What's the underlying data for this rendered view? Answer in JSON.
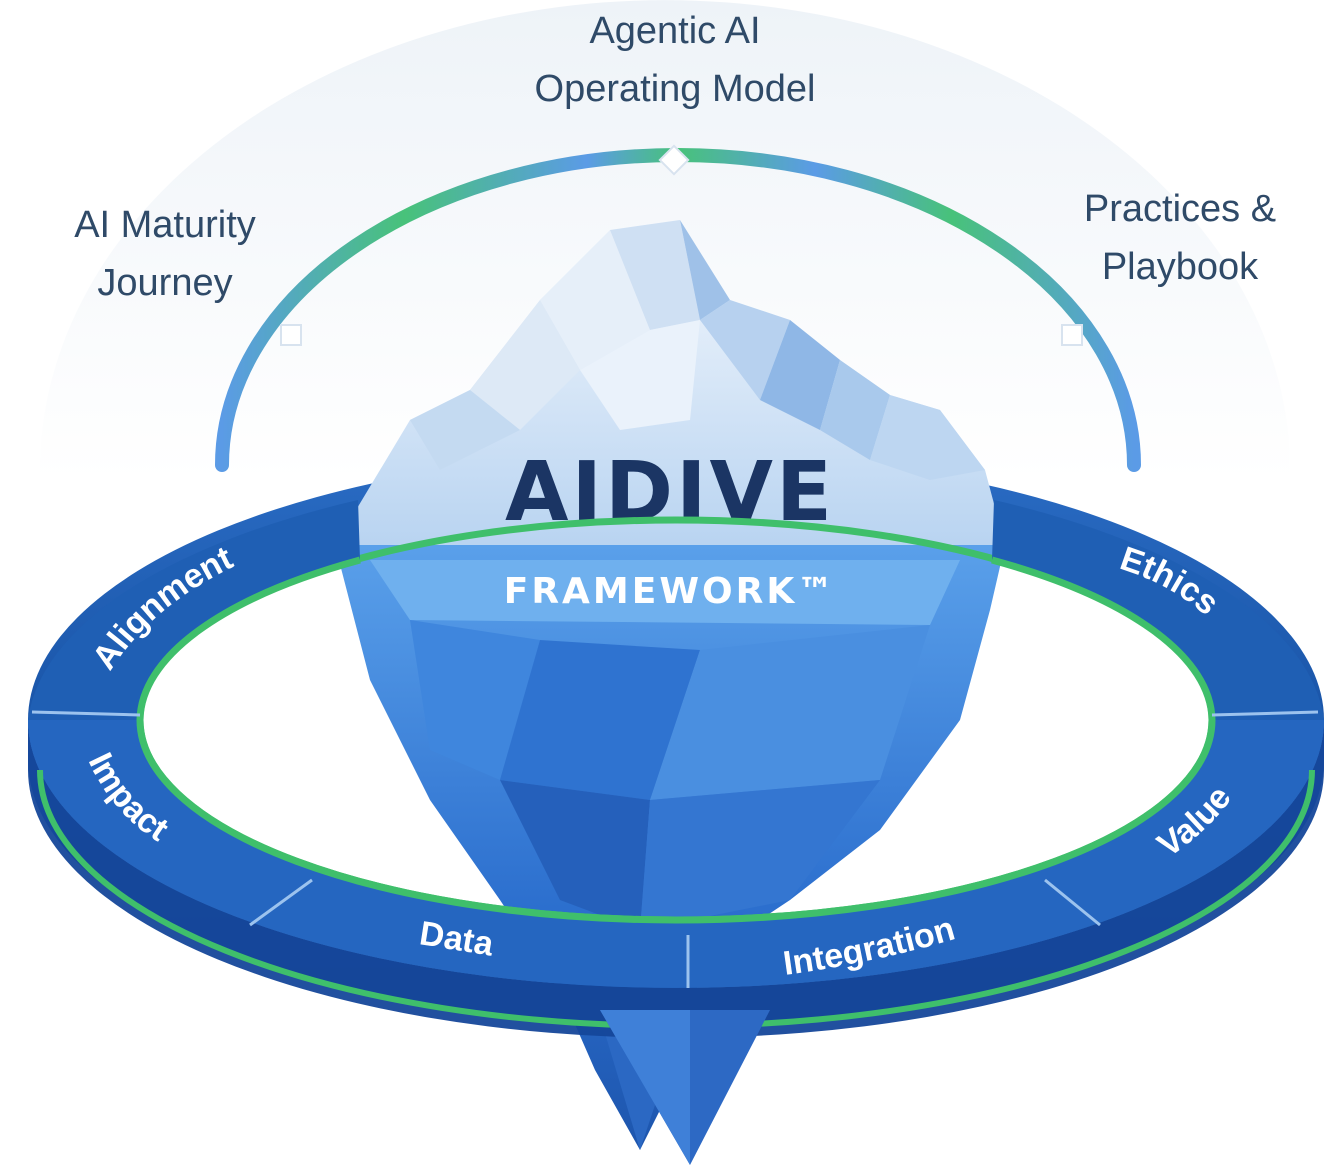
{
  "top_labels": {
    "center": {
      "line1": "Agentic AI",
      "line2": "Operating Model"
    },
    "left": {
      "line1": "AI Maturity",
      "line2": "Journey"
    },
    "right": {
      "line1": "Practices &",
      "line2": "Playbook"
    }
  },
  "iceberg": {
    "title": "AIDIVE",
    "subtitle": "FRAMEWORK™"
  },
  "ring_segments": [
    {
      "id": "alignment",
      "label": "Alignment"
    },
    {
      "id": "impact",
      "label": "Impact"
    },
    {
      "id": "data",
      "label": "Data"
    },
    {
      "id": "integration",
      "label": "Integration"
    },
    {
      "id": "value",
      "label": "Value"
    },
    {
      "id": "ethics",
      "label": "Ethics"
    }
  ],
  "colors": {
    "ring_blue": "#1f5fb4",
    "ring_dark": "#17468e",
    "ring_green": "#3fbf6b",
    "arc_blue": "#5b9be6",
    "title_navy": "#1b3564",
    "label_text": "#2f4a68"
  }
}
